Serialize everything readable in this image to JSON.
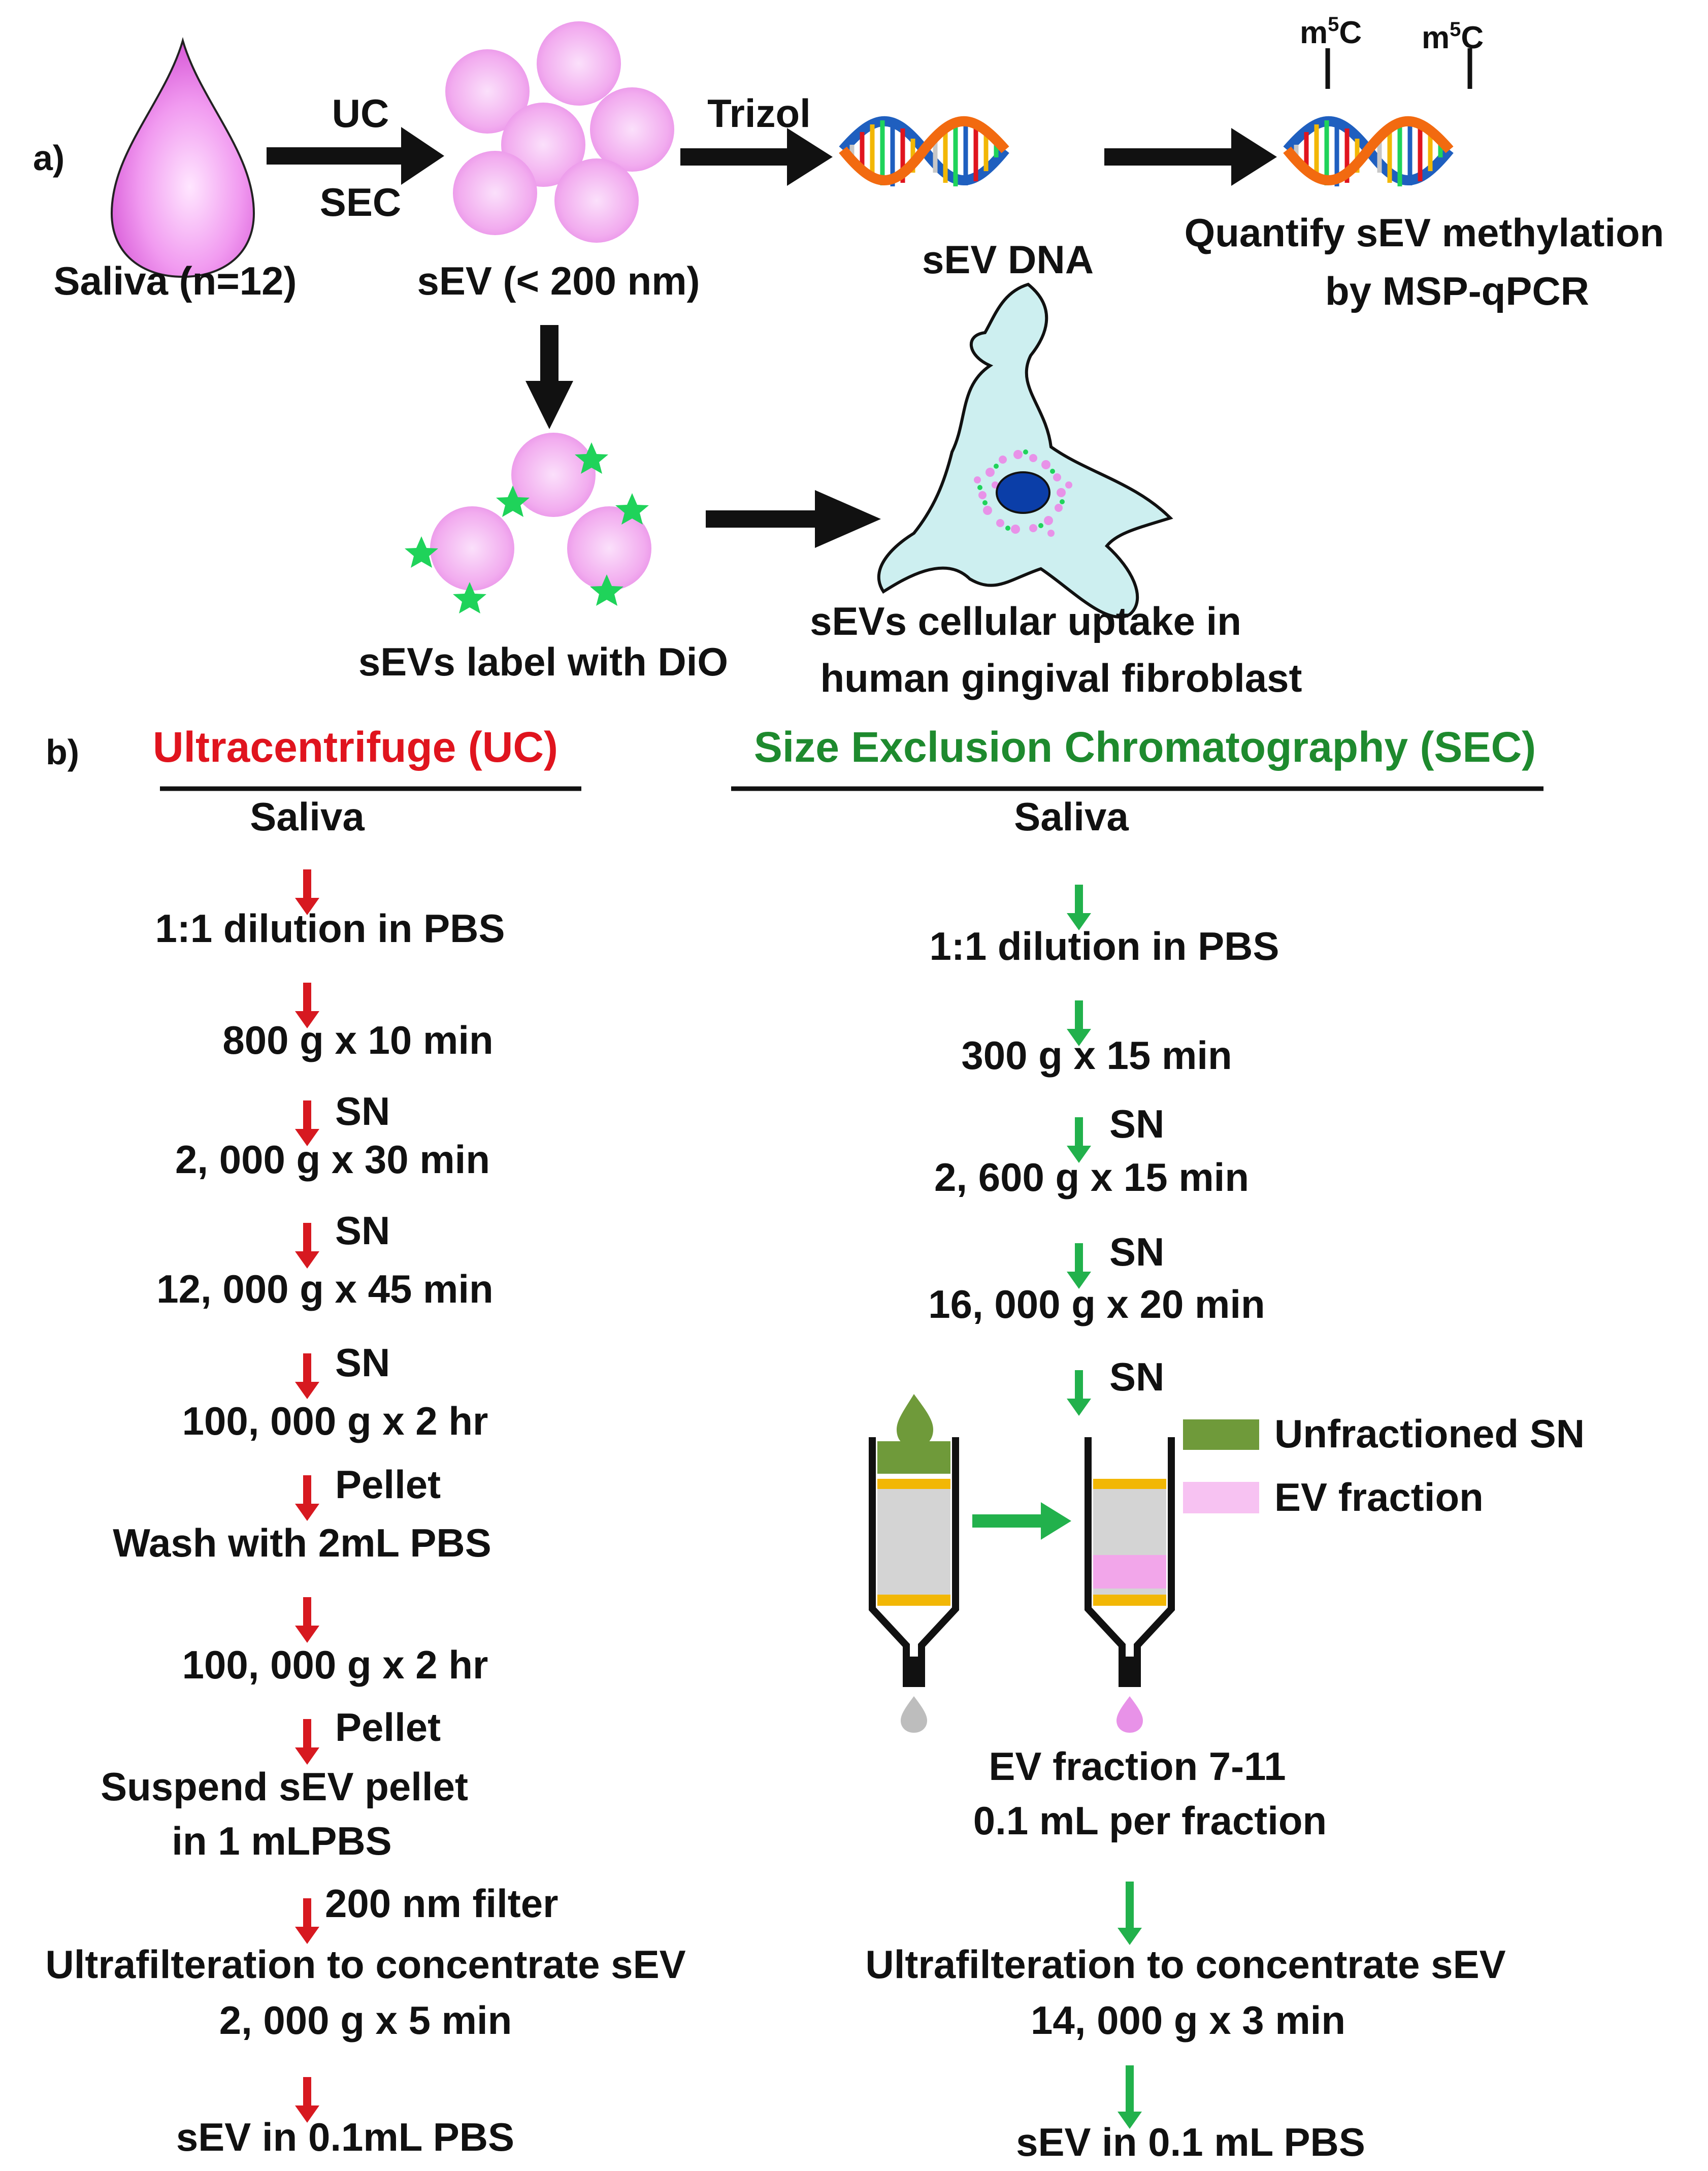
{
  "panel_a": {
    "label": "a)",
    "saliva_label": "Saliva (n=12)",
    "method_uc": "UC",
    "method_sec": "SEC",
    "sev_label": "sEV (< 200 nm)",
    "trizol_label": "Trizol",
    "dna_label": "sEV DNA",
    "methyl_mark": "m",
    "methyl_sup": "5",
    "methyl_base": "C",
    "quantify_line1": "Quantify sEV methylation",
    "quantify_line2": "by MSP-qPCR",
    "dio_label": "sEVs label with DiO",
    "uptake_line1": "sEVs cellular uptake in",
    "uptake_line2": "human gingival fibroblast"
  },
  "panel_b": {
    "label": "b)",
    "uc_title": "Ultracentrifuge (UC)",
    "sec_title": "Size Exclusion Chromatography (SEC)",
    "uc_steps": {
      "s1": "Saliva",
      "s2": "1:1 dilution in PBS",
      "s3": "800 g x 10 min",
      "l1": "SN",
      "s4": "2, 000 g x 30 min",
      "l2": "SN",
      "s5": "12, 000 g x 45 min",
      "l3": "SN",
      "s6": "100, 000 g x 2 hr",
      "l4": "Pellet",
      "s7": "Wash with 2mL PBS",
      "s8": "100, 000 g x 2 hr",
      "l5": "Pellet",
      "s9": "Suspend sEV pellet",
      "s10": "in 1 mLPBS",
      "l6": "200 nm filter",
      "s11": "Ultrafilteration to concentrate sEV",
      "s12": "2, 000 g x 5 min",
      "s13": "sEV in 0.1mL PBS"
    },
    "sec_steps": {
      "s1": "Saliva",
      "s2": "1:1 dilution in PBS",
      "s3": "300 g x 15 min",
      "l1": "SN",
      "s4": "2, 600 g x 15 min",
      "l2": "SN",
      "s5": "16, 000 g x 20 min",
      "l3": "SN",
      "legend_unfractioned": "Unfractioned SN",
      "legend_ev": "EV fraction",
      "s6": "EV fraction 7-11",
      "s7": "0.1 mL per fraction",
      "s8": "Ultrafilteration to concentrate sEV",
      "s9": "14, 000 g x 3 min",
      "s10": "sEV in 0.1 mL PBS"
    }
  },
  "colors": {
    "uc_red": "#e0141e",
    "arrow_red": "#d71920",
    "sec_green": "#1e8a2e",
    "arrow_green": "#22b14c",
    "ev_pink": "#e892e8",
    "unfractioned_green": "#6f9a3a",
    "frit_orange": "#f2b705",
    "column_gray": "#d4d4d4",
    "cell_fill": "#cdeff0",
    "nucleus_blue": "#0b3ea8",
    "dio_star": "#1fd35a"
  }
}
